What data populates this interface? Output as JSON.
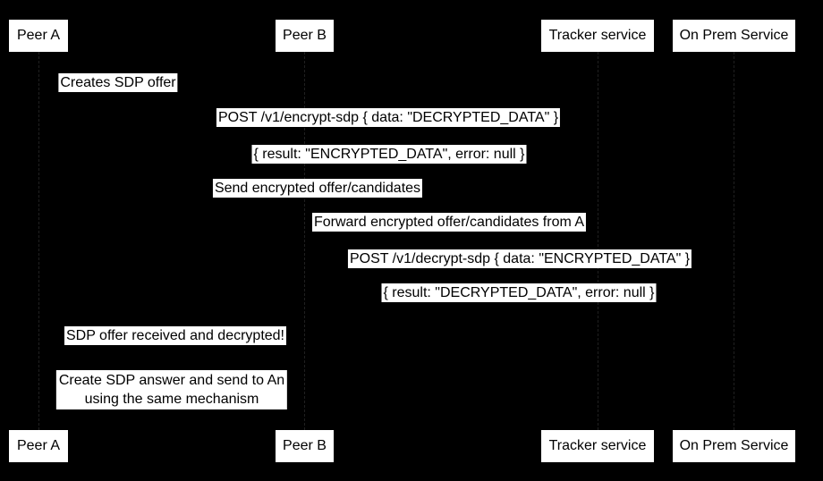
{
  "diagram": {
    "type": "sequence-diagram",
    "theme": {
      "background": "#000000",
      "label_background": "#ffffff",
      "label_text": "#000000",
      "lifeline_color": "#202020"
    },
    "participants": [
      {
        "id": "peer-a",
        "label": "Peer A"
      },
      {
        "id": "peer-b",
        "label": "Peer B"
      },
      {
        "id": "tracker-service",
        "label": "Tracker service"
      },
      {
        "id": "on-prem-service",
        "label": "On Prem Service"
      }
    ],
    "messages": [
      {
        "label": "Creates SDP offer",
        "from": "peer-a",
        "to": "peer-a"
      },
      {
        "label": "POST /v1/encrypt-sdp { data: \"DECRYPTED_DATA\" }",
        "from": "peer-a",
        "to": "on-prem-service"
      },
      {
        "label": "{ result: \"ENCRYPTED_DATA\", error: null }",
        "from": "on-prem-service",
        "to": "peer-a"
      },
      {
        "label": "Send encrypted offer/candidates",
        "from": "peer-a",
        "to": "tracker-service"
      },
      {
        "label": "Forward encrypted offer/candidates from A",
        "from": "tracker-service",
        "to": "peer-b"
      },
      {
        "label": "POST /v1/decrypt-sdp { data: \"ENCRYPTED_DATA\" }",
        "from": "peer-b",
        "to": "on-prem-service"
      },
      {
        "label": "{ result: \"DECRYPTED_DATA\", error: null }",
        "from": "on-prem-service",
        "to": "peer-b"
      },
      {
        "label": "SDP offer received and decrypted!",
        "from": "peer-b",
        "to": "peer-a"
      }
    ],
    "note": {
      "line1": "Create SDP answer and send to An",
      "line2": "using the same mechanism"
    }
  }
}
